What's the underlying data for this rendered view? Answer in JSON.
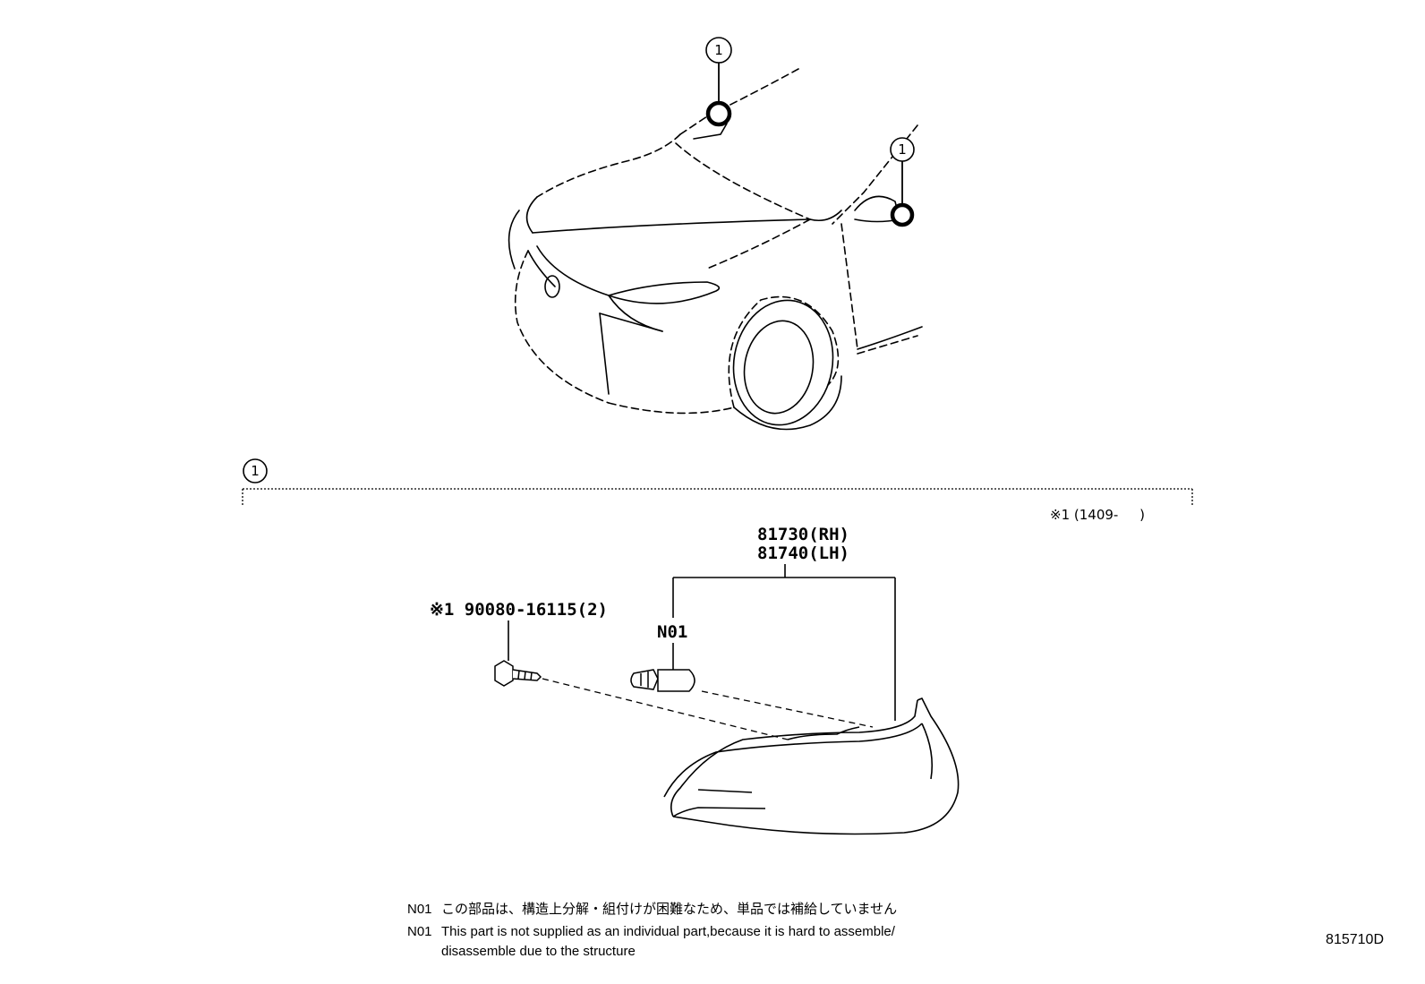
{
  "callouts": {
    "top_left": "1",
    "top_right": "1",
    "section": "1"
  },
  "section": {
    "range_note": "※1 (1409-     )"
  },
  "parts": {
    "lamp_rh": "81730(RH)",
    "lamp_lh": "81740(LH)",
    "screw": "※1 90080-16115(2)",
    "bulb_note_ref": "N01"
  },
  "notes": [
    {
      "code": "N01",
      "text": "この部品は、構造上分解・組付けが困難なため、単品では補給していません"
    },
    {
      "code": "N01",
      "text": "This part is not supplied as an individual part,because it is hard to assemble/"
    },
    {
      "code": "",
      "text": "disassemble due to the structure"
    }
  ],
  "diagram_id": "815710D",
  "icons": [
    "callout-circle-icon",
    "screw-icon",
    "bulb-icon",
    "lamp-housing-icon",
    "car-front-icon"
  ]
}
